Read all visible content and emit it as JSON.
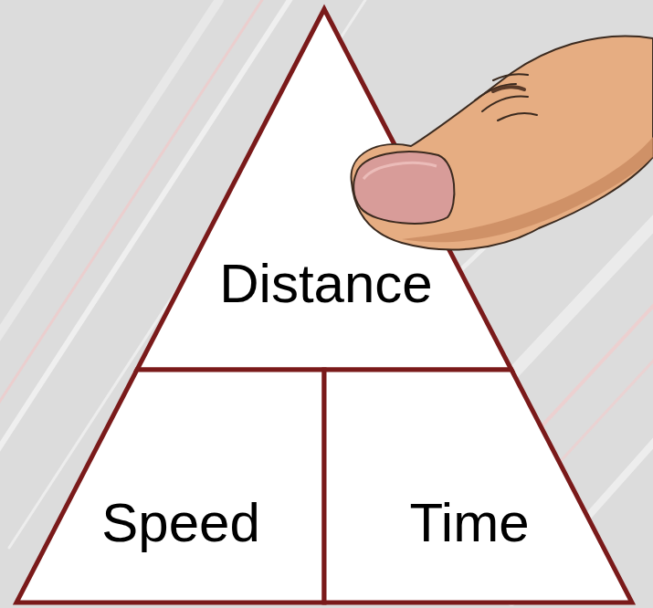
{
  "diagram": {
    "nodes": [
      {
        "text": [
          "Distance"
        ]
      },
      {
        "text": [
          "Speed"
        ]
      },
      {
        "text": [
          "Time"
        ]
      }
    ]
  }
}
